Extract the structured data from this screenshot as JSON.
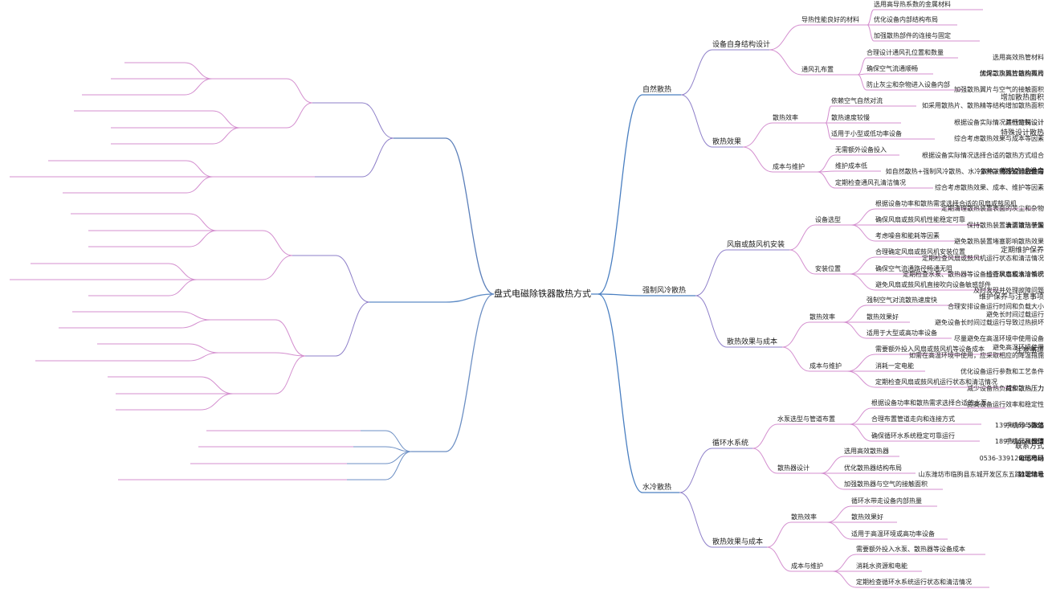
{
  "root": "盘式电磁除铁器散热方式",
  "colors": {
    "right": "#4a7fc1",
    "left_top": "#5b7fba",
    "left_mid": "#5e8cc6",
    "contact": "#6c8fc4",
    "pink": "#d48fcf",
    "purple": "#8e7fc9",
    "leaf_line": "#d9a8dd"
  },
  "branches": [
    {
      "label": "自然散热",
      "children": [
        {
          "label": "设备自身结构设计",
          "children": [
            {
              "label": "导热性能良好的材料",
              "children": [
                {
                  "label": "选用高导热系数的金属材料"
                },
                {
                  "label": "优化设备内部结构布局"
                },
                {
                  "label": "加强散热部件的连接与固定"
                }
              ]
            },
            {
              "label": "通风孔布置",
              "children": [
                {
                  "label": "合理设计通风孔位置和数量"
                },
                {
                  "label": "确保空气流通顺畅"
                },
                {
                  "label": "防止灰尘和杂物进入设备内部"
                }
              ]
            }
          ]
        },
        {
          "label": "散热效果",
          "children": [
            {
              "label": "散热效率",
              "children": [
                {
                  "label": "依赖空气自然对流"
                },
                {
                  "label": "散热速度较慢"
                },
                {
                  "label": "适用于小型或低功率设备"
                }
              ]
            },
            {
              "label": "成本与维护",
              "children": [
                {
                  "label": "无需额外设备投入"
                },
                {
                  "label": "维护成本低"
                },
                {
                  "label": "定期检查通风孔清洁情况"
                }
              ]
            }
          ]
        }
      ]
    },
    {
      "label": "强制风冷散热",
      "children": [
        {
          "label": "风扇或鼓风机安装",
          "children": [
            {
              "label": "设备选型",
              "children": [
                {
                  "label": "根据设备功率和散热需求选择合适的风扇或鼓风机"
                },
                {
                  "label": "确保风扇或鼓风机性能稳定可靠"
                },
                {
                  "label": "考虑噪音和能耗等因素"
                }
              ]
            },
            {
              "label": "安装位置",
              "children": [
                {
                  "label": "合理确定风扇或鼓风机安装位置"
                },
                {
                  "label": "确保空气流通路径畅通无阻"
                },
                {
                  "label": "避免风扇或鼓风机直接吹向设备敏感部件"
                }
              ]
            }
          ]
        },
        {
          "label": "散热效果与成本",
          "children": [
            {
              "label": "散热效率",
              "children": [
                {
                  "label": "强制空气对流散热速度快"
                },
                {
                  "label": "散热效果好"
                },
                {
                  "label": "适用于大型或高功率设备"
                }
              ]
            },
            {
              "label": "成本与维护",
              "children": [
                {
                  "label": "需要额外投入风扇或鼓风机等设备成本"
                },
                {
                  "label": "消耗一定电能"
                },
                {
                  "label": "定期检查风扇或鼓风机运行状态和清洁情况"
                }
              ]
            }
          ]
        }
      ]
    },
    {
      "label": "水冷散热",
      "children": [
        {
          "label": "循环水系统",
          "children": [
            {
              "label": "水泵选型与管道布置",
              "children": [
                {
                  "label": "根据设备功率和散热需求选择合适的水泵"
                },
                {
                  "label": "合理布置管道走向和连接方式"
                },
                {
                  "label": "确保循环水系统稳定可靠运行"
                }
              ]
            },
            {
              "label": "散热器设计",
              "children": [
                {
                  "label": "选用高效散热器"
                },
                {
                  "label": "优化散热器结构布局"
                },
                {
                  "label": "加强散热器与空气的接触面积"
                }
              ]
            }
          ]
        },
        {
          "label": "散热效果与成本",
          "children": [
            {
              "label": "散热效率",
              "children": [
                {
                  "label": "循环水带走设备内部热量"
                },
                {
                  "label": "散热效果好"
                },
                {
                  "label": "适用于高温环境或高功率设备"
                }
              ]
            },
            {
              "label": "成本与维护",
              "children": [
                {
                  "label": "需要额外投入水泵、散热器等设备成本"
                },
                {
                  "label": "消耗水资源和电能"
                },
                {
                  "label": "定期检查循环水系统运行状态和清洁情况"
                }
              ]
            }
          ]
        }
      ]
    },
    {
      "label": "特殊设计散热",
      "children": [
        {
          "label": "增加散热面积",
          "children": [
            {
              "label": "加焊二次热管散热翼片",
              "children": [
                {
                  "label": "选用高效热管材料"
                },
                {
                  "label": "优化散热翼片结构布局"
                },
                {
                  "label": "加强散热翼片与空气的接触面积"
                }
              ]
            },
            {
              "label": "其他特殊设计",
              "children": [
                {
                  "label": "如采用散热片、散热精等结构增加散热面积"
                },
                {
                  "label": "根据设备实际情况进行定制设计"
                },
                {
                  "label": "综合考虑散热效果与成本等因素"
                }
              ]
            }
          ]
        },
        {
          "label": "散热方式组合",
          "children": [
            {
              "label": "多种散热方式组合使用",
              "children": [
                {
                  "label": "根据设备实际情况选择合适的散热方式组合"
                },
                {
                  "label": "如自然散热+强制风冷散热、水冷散热+特殊设计散热等"
                },
                {
                  "label": "综合考虑散热效果、成本、维护等因素"
                }
              ]
            }
          ]
        }
      ]
    },
    {
      "label": "维护保养与注意事项",
      "children": [
        {
          "label": "定期维护保养",
          "children": [
            {
              "label": "清洁散热装置",
              "children": [
                {
                  "label": "定期清理散热装置表面的灰尘和杂物"
                },
                {
                  "label": "保持散热装置表面清洁干燥"
                },
                {
                  "label": "避免散热装置堵塞影响散热效果"
                }
              ]
            },
            {
              "label": "检查风扇或水冷系统",
              "children": [
                {
                  "label": "定期检查风扇或鼓风机运行状态和清洁情况"
                },
                {
                  "label": "定期检查水泵、散热器等设备运行状态和清洁情况"
                },
                {
                  "label": "及时发现并处理故障问题"
                }
              ]
            }
          ]
        },
        {
          "label": "注意事项",
          "children": [
            {
              "label": "避免长时间过载运行",
              "children": [
                {
                  "label": "合理安排设备运行时间和负载大小"
                },
                {
                  "label": "避免设备长时间过载运行导致过热损坏"
                }
              ]
            },
            {
              "label": "避免高温环境使用",
              "children": [
                {
                  "label": "尽量避免在高温环境中使用设备"
                },
                {
                  "label": "如需在高温环境中使用，应采取相应的降温措施"
                }
              ]
            },
            {
              "label": "减少散热压力",
              "children": [
                {
                  "label": "优化设备运行参数和工艺条件"
                },
                {
                  "label": "减少设备热负荷和散热压力"
                },
                {
                  "label": "提高设备运行效率和稳定性"
                }
              ]
            }
          ]
        }
      ]
    },
    {
      "label": "联系方式",
      "children": [
        {
          "label": "陈总",
          "children": [
            {
              "label": "手机号与微信",
              "children": [
                {
                  "label": "139 6369 5266"
                }
              ]
            }
          ]
        },
        {
          "label": "崔经理",
          "children": [
            {
              "label": "手机号与微信",
              "children": [
                {
                  "label": "189 5366 1585"
                }
              ]
            }
          ]
        },
        {
          "label": "公司电话",
          "children": [
            {
              "label": "电话号码",
              "children": [
                {
                  "label": "0536-3391298(24h)"
                }
              ]
            }
          ]
        },
        {
          "label": "公司地址",
          "children": [
            {
              "label": "地址信息",
              "children": [
                {
                  "label": "山东潍坊市临朐县东城开发区东五路1256号"
                }
              ]
            }
          ]
        }
      ]
    }
  ]
}
